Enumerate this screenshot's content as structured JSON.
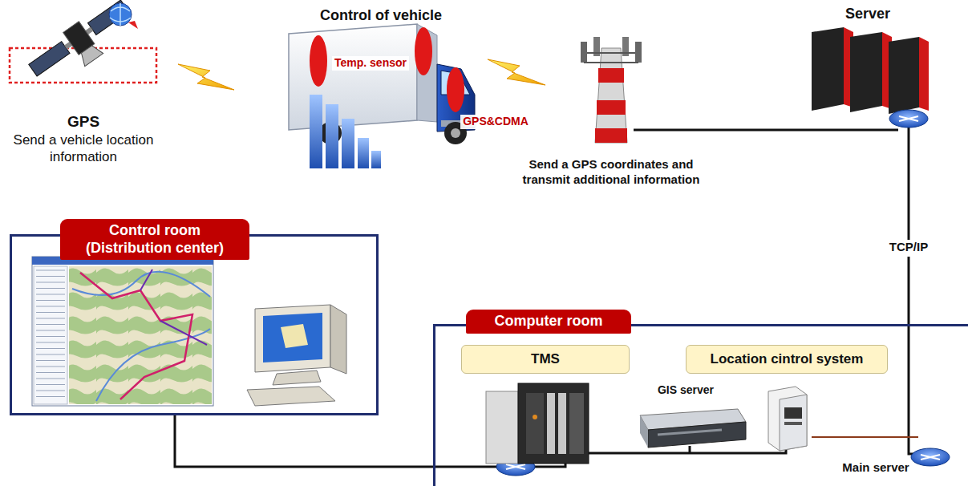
{
  "diagram": {
    "nodes": [
      {
        "text": [
          "Control room (Distribution center)"
        ]
      },
      {
        "text": [
          "Computer room"
        ]
      },
      {
        "text": [
          "TMS"
        ],
        "in": 1
      },
      {
        "text": [
          "Location cintrol system"
        ],
        "in": 1
      }
    ],
    "edges": [
      {
        "from": 0,
        "to": 1,
        "arrow": "none"
      }
    ],
    "labels": [
      "GPS",
      "Send a vehicle location information",
      "Control of vehicle",
      "Temp. sensor",
      "GPS&CDMA",
      "Send a GPS coordinates and transmit additional information",
      "Server",
      "TCP/IP",
      "GIS server",
      "Main server"
    ]
  }
}
